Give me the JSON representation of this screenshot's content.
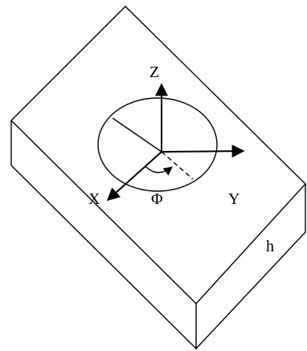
{
  "labels": {
    "z_axis": "Z",
    "y_axis": "Y",
    "x_axis": "X",
    "angle": "Φ",
    "thickness": "h"
  },
  "colors": {
    "stroke": "#000000",
    "background": "#ffffff"
  }
}
